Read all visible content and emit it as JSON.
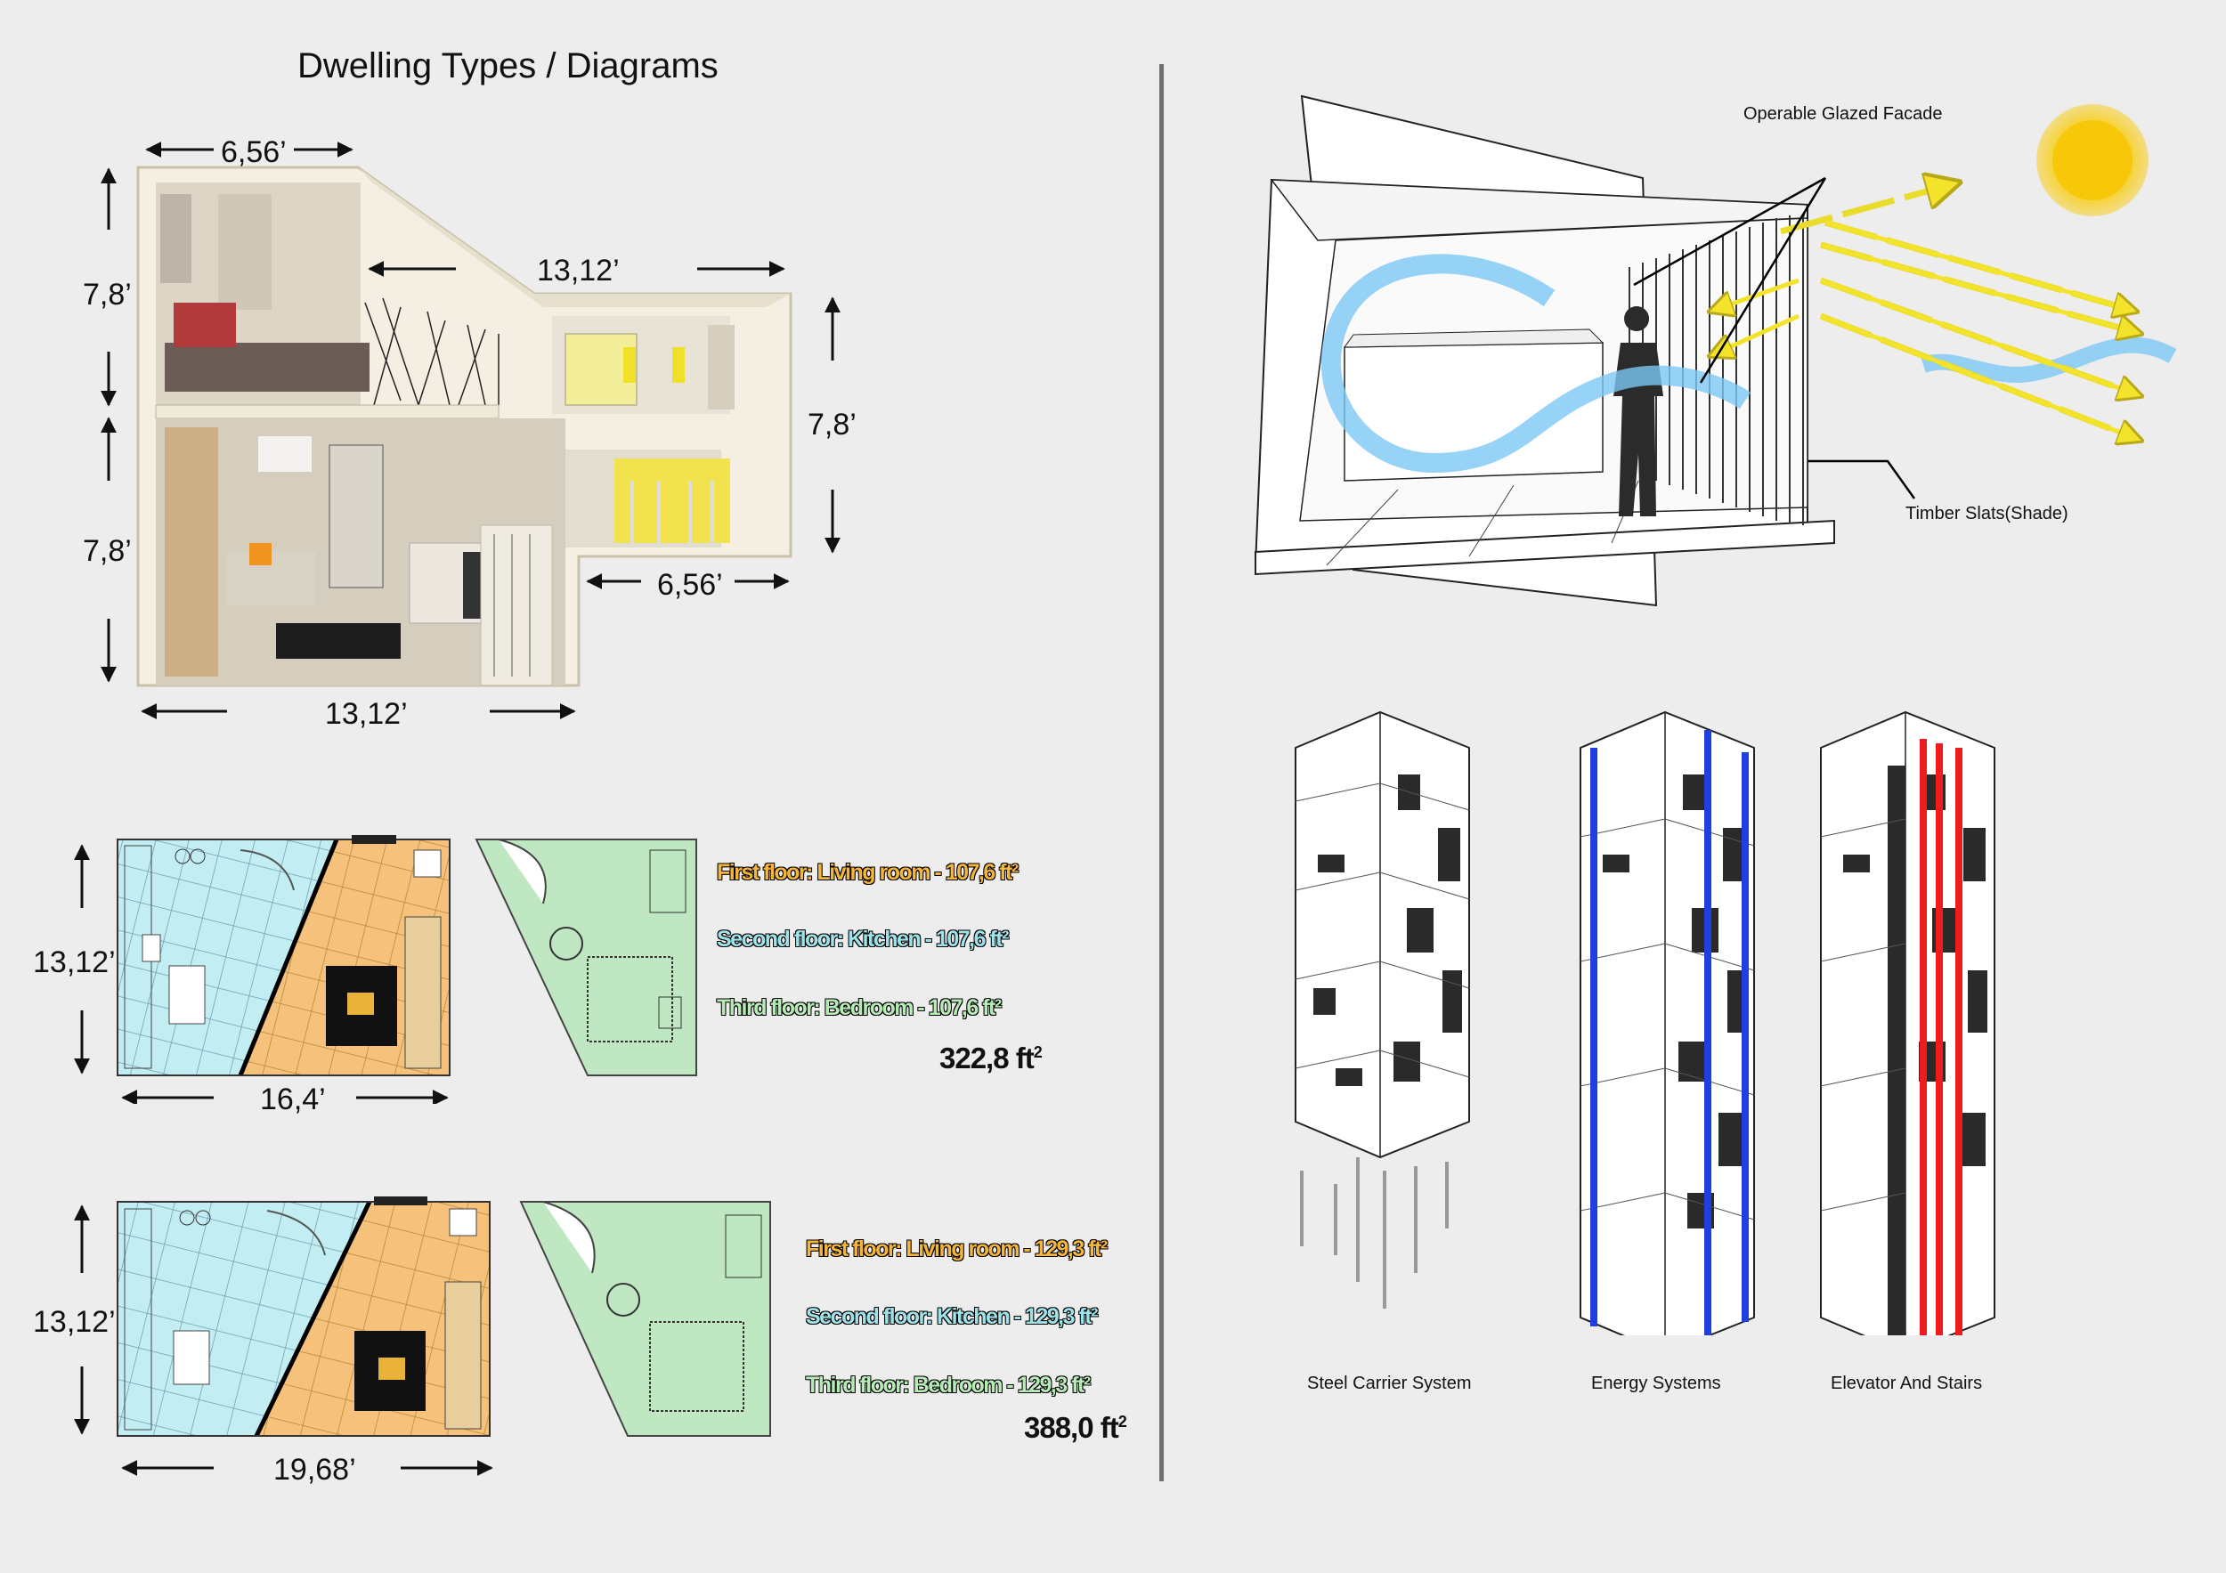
{
  "title": "Dwelling Types / Diagrams",
  "section_dimensions": {
    "top_width": "6,56’",
    "mid_width": "13,12’",
    "upper_height": "7,8’",
    "lower_height": "7,8’",
    "right_height": "7,8’",
    "step_width": "6,56’",
    "bottom_width": "13,12’"
  },
  "plan_a": {
    "height": "13,12’",
    "width": "16,4’",
    "floors": [
      {
        "label": "First floor: Living room - 107,6 ft²",
        "color": "#f5b53b"
      },
      {
        "label": "Second floor: Kitchen - 107,6 ft²",
        "color": "#9fe3ea"
      },
      {
        "label": "Third floor: Bedroom - 107,6 ft²",
        "color": "#b6ebb6"
      }
    ],
    "total": "322,8 ft",
    "total_sup": "2"
  },
  "plan_b": {
    "height": "13,12’",
    "width": "19,68’",
    "floors": [
      {
        "label": "First floor: Living room - 129,3 ft²",
        "color": "#f5b53b"
      },
      {
        "label": "Second floor: Kitchen - 129,3 ft²",
        "color": "#9fe3ea"
      },
      {
        "label": "Third floor: Bedroom - 129,3 ft²",
        "color": "#b6ebb6"
      }
    ],
    "total": "388,0 ft",
    "total_sup": "2"
  },
  "airflow_diagram": {
    "label_glazed": "Operable Glazed Facade",
    "label_slats": "Timber Slats(Shade)"
  },
  "towers": [
    {
      "caption": "Steel Carrier System",
      "accent": ""
    },
    {
      "caption": "Energy Systems",
      "accent": "#1f3fe0"
    },
    {
      "caption": "Elevator And Stairs",
      "accent": "#ee1c1c"
    }
  ],
  "colors": {
    "living": "#f6c07a",
    "kitchen": "#bfeef2",
    "bedroom": "#bfe9c3",
    "sun": "#f7d21a",
    "air": "#6cc1f5"
  }
}
